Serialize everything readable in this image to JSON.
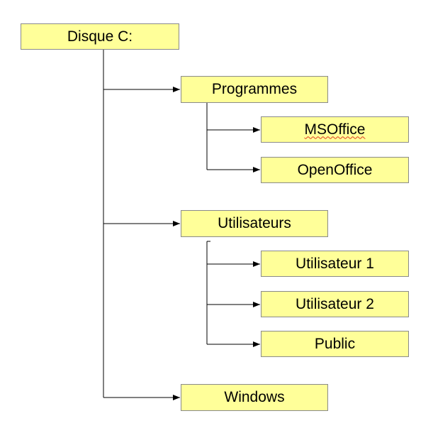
{
  "tree": {
    "root": {
      "label": "Disque C:"
    },
    "programmes": {
      "label": "Programmes",
      "children": {
        "msoffice": {
          "label": "MSOffice"
        },
        "openoffice": {
          "label": "OpenOffice"
        }
      }
    },
    "utilisateurs": {
      "label": "Utilisateurs",
      "children": {
        "utilisateur1": {
          "label": "Utilisateur 1"
        },
        "utilisateur2": {
          "label": "Utilisateur 2"
        },
        "public": {
          "label": "Public"
        }
      }
    },
    "windows": {
      "label": "Windows"
    }
  },
  "colors": {
    "node_fill": "#ffff99",
    "node_border": "#8a8a8a",
    "connector": "#000000",
    "spellcheck_underline": "#e03a1e"
  }
}
